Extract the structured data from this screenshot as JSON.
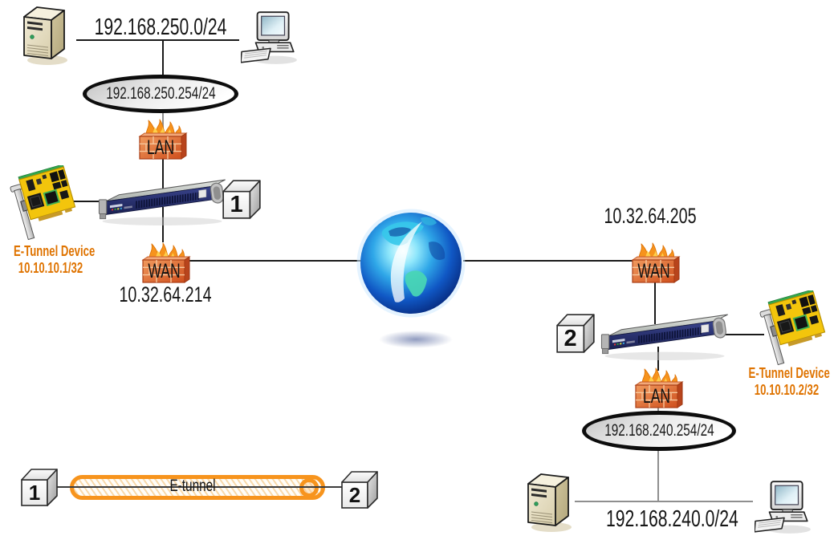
{
  "site_a": {
    "subnet": "192.168.250.0/24",
    "gateway": "192.168.250.254/24",
    "lan_firewall": "LAN",
    "wan_firewall": "WAN",
    "wan_ip": "10.32.64.214",
    "node_number": "1",
    "tunnel_device": {
      "title": "E-Tunnel Device",
      "ip": "10.10.10.1/32"
    }
  },
  "site_b": {
    "subnet": "192.168.240.0/24",
    "gateway": "192.168.240.254/24",
    "lan_firewall": "LAN",
    "wan_firewall": "WAN",
    "wan_ip": "10.32.64.205",
    "node_number": "2",
    "tunnel_device": {
      "title": "E-Tunnel Device",
      "ip": "10.10.10.2/32"
    }
  },
  "legend": {
    "node_a": "1",
    "node_b": "2",
    "tunnel_label": "E-tunnel"
  },
  "icons": {
    "server-icon": "beige tower server",
    "workstation-icon": "desktop computer with monitor and keyboard",
    "firewall-icon": "orange brick wall with flames",
    "appliance-icon": "navy 1U rack security appliance",
    "nic-card-icon": "yellow PCI network interface card",
    "globe-icon": "blue internet globe",
    "cube-icon": "white 3D numbered cube",
    "tunnel-pipe-icon": "orange hatched tunnel pipe"
  },
  "colors": {
    "tunnel_orange": "#f7941d",
    "device_label_orange": "#df7300",
    "firewall_brick": "#d4561f",
    "flame_orange": "#f6931d",
    "globe_blue": "#1057c4",
    "line_black": "#1a1a1a",
    "line_gray": "#8f8f8f"
  }
}
